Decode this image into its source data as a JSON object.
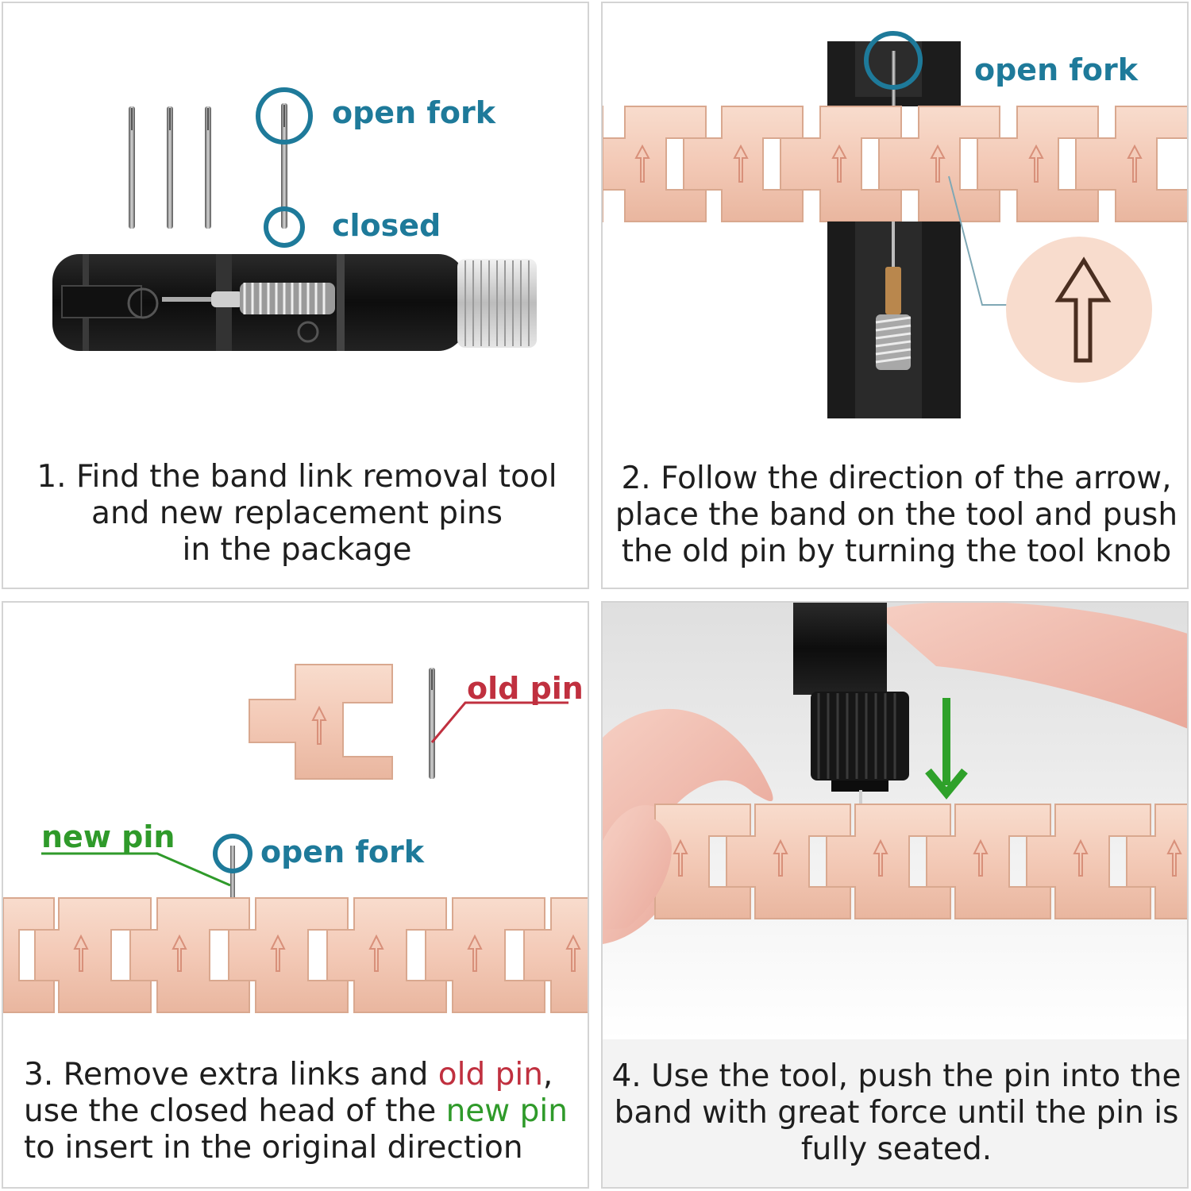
{
  "colors": {
    "label_blue": "#1e7a9a",
    "old_pin_red": "#c0303f",
    "new_pin_green": "#2f9a2a",
    "rose_gold": "#f3c9b6",
    "arrow_green": "#2fa12a"
  },
  "step1": {
    "label_open": "open fork",
    "label_closed": "closed",
    "caption": [
      "1. Find the band link removal tool",
      "and new replacement pins",
      "in the package"
    ]
  },
  "step2": {
    "label_open": "open fork",
    "caption": [
      "2. Follow the direction of the arrow,",
      "place the band on the tool and push",
      "the old pin by turning the tool knob"
    ]
  },
  "step3": {
    "label_old_pin": "old pin",
    "label_new_pin": "new pin",
    "label_open": "open fork",
    "caption_line1_a": "3. Remove extra links and ",
    "caption_line1_b": "old pin",
    "caption_line1_c": ",",
    "caption_line2_a": "use the closed head of the ",
    "caption_line2_b": "new pin",
    "caption_line3": "to insert in the original direction"
  },
  "step4": {
    "caption": [
      "4. Use the tool, push the pin into the",
      "band with great force until the pin is",
      "fully seated."
    ]
  }
}
